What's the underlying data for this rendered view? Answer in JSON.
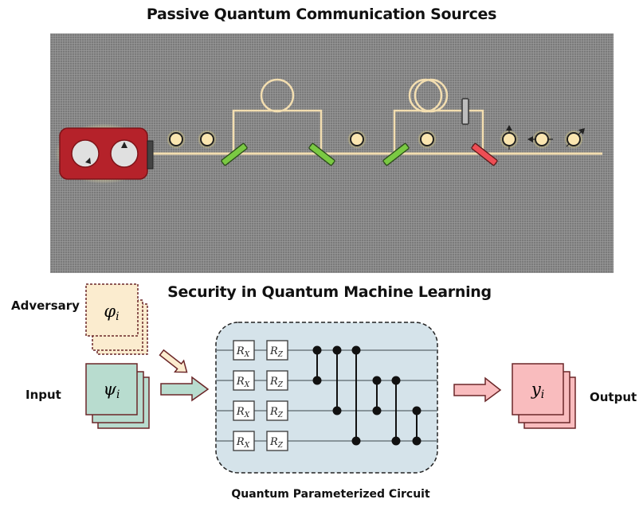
{
  "titles": {
    "top": "Passive Quantum Communication Sources",
    "bottom": "Security in Quantum Machine Learning"
  },
  "labels": {
    "adversary": "Adversary",
    "input": "Input",
    "output": "Output",
    "circuit": "Quantum Parameterized Circuit"
  },
  "symbols": {
    "adversary": "φ",
    "input": "ψ",
    "output": "y",
    "subscript": "i"
  },
  "gates": {
    "rx_base": "R",
    "rx_sub": "X",
    "rz_base": "R",
    "rz_sub": "Z"
  },
  "qubit_count": 4,
  "controlled_gates": [
    [
      0,
      1
    ],
    [
      0,
      2
    ],
    [
      0,
      3
    ],
    [
      1,
      2
    ],
    [
      1,
      3
    ],
    [
      2,
      3
    ]
  ],
  "colors": {
    "source_body": "#b5222a",
    "fiber": "#f3deb0",
    "photon_fill": "#fbe6b0",
    "photon_glow": "#d8c870",
    "beam_splitter_green": "#7ac943",
    "beam_splitter_red": "#ee4e55",
    "adversary_card": "#fbeccf",
    "input_card": "#b8dccf",
    "output_card": "#f9bcbe",
    "card_border": "#6b2628",
    "circuit_bg": "#d5e3ea"
  }
}
